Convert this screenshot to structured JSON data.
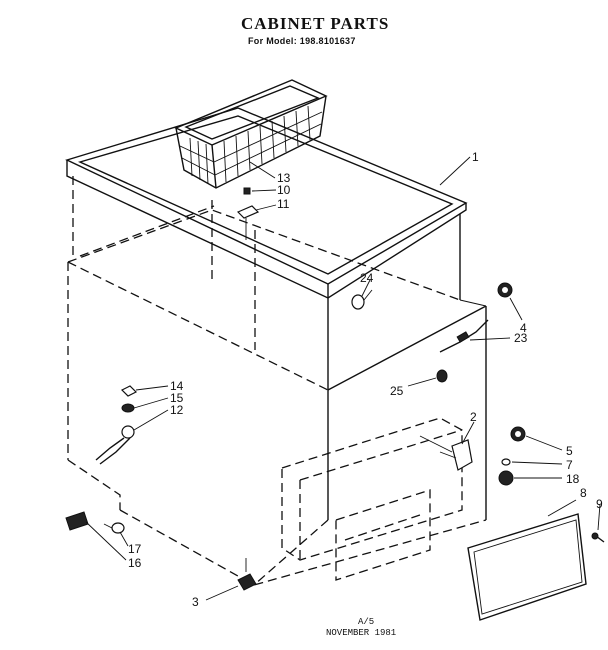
{
  "header": {
    "title": "CABINET PARTS",
    "subtitle": "For Model: 198.8101637"
  },
  "footer": {
    "page": "A/5",
    "date": "NOVEMBER 1981"
  },
  "callouts": [
    {
      "id": "1",
      "label": "1"
    },
    {
      "id": "2",
      "label": "2"
    },
    {
      "id": "3",
      "label": "3"
    },
    {
      "id": "4",
      "label": "4"
    },
    {
      "id": "5",
      "label": "5"
    },
    {
      "id": "7",
      "label": "7"
    },
    {
      "id": "8",
      "label": "8"
    },
    {
      "id": "9",
      "label": "9"
    },
    {
      "id": "10",
      "label": "10"
    },
    {
      "id": "11",
      "label": "11"
    },
    {
      "id": "12",
      "label": "12"
    },
    {
      "id": "13",
      "label": "13"
    },
    {
      "id": "14",
      "label": "14"
    },
    {
      "id": "15",
      "label": "15"
    },
    {
      "id": "16",
      "label": "16"
    },
    {
      "id": "17",
      "label": "17"
    },
    {
      "id": "18",
      "label": "18"
    },
    {
      "id": "23",
      "label": "23"
    },
    {
      "id": "24",
      "label": "24"
    },
    {
      "id": "25",
      "label": "25"
    }
  ]
}
